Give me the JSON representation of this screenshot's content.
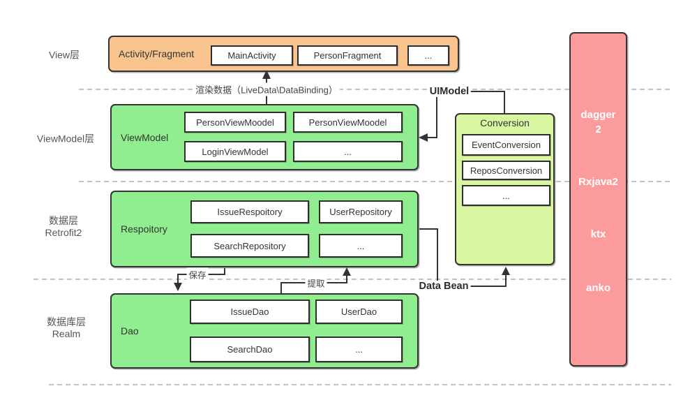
{
  "layers": {
    "view": {
      "label": "View层"
    },
    "viewmodel": {
      "label": "ViewModel层"
    },
    "data": {
      "label": "数据层",
      "sublabel": "Retrofit2"
    },
    "database": {
      "label": "数据库层",
      "sublabel": "Realm"
    }
  },
  "groups": {
    "activity": {
      "title": "Activity/Fragment",
      "items": [
        "MainActivity",
        "PersonFragment",
        "..."
      ]
    },
    "viewmodel": {
      "title": "ViewModel",
      "items": [
        "PersonViewMoodel",
        "PersonViewMoodel",
        "LoginViewModel",
        "..."
      ]
    },
    "repository": {
      "title": "Respoitory",
      "items": [
        "IssueRespoitory",
        "UserRepository",
        "SearchRepository",
        "..."
      ]
    },
    "dao": {
      "title": "Dao",
      "items": [
        "IssueDao",
        "UserDao",
        "SearchDao",
        "..."
      ]
    },
    "conversion": {
      "title": "Conversion",
      "items": [
        "EventConversion",
        "ReposConversion",
        "..."
      ]
    }
  },
  "sidebar": {
    "items": [
      "dagger",
      "2",
      "Rxjava2",
      "ktx",
      "anko"
    ]
  },
  "edge_labels": {
    "render": "渲染数据（LiveData\\DataBinding）",
    "uimodel": "UIModel",
    "save": "保存",
    "extract": "提取",
    "databean": "Data Bean"
  },
  "colors": {
    "orange": "#f9c48d",
    "green": "#90ee90",
    "lime": "#d9f7a2",
    "red": "#fb9b9b",
    "border": "#333333",
    "dashline": "#9e9e9e"
  }
}
